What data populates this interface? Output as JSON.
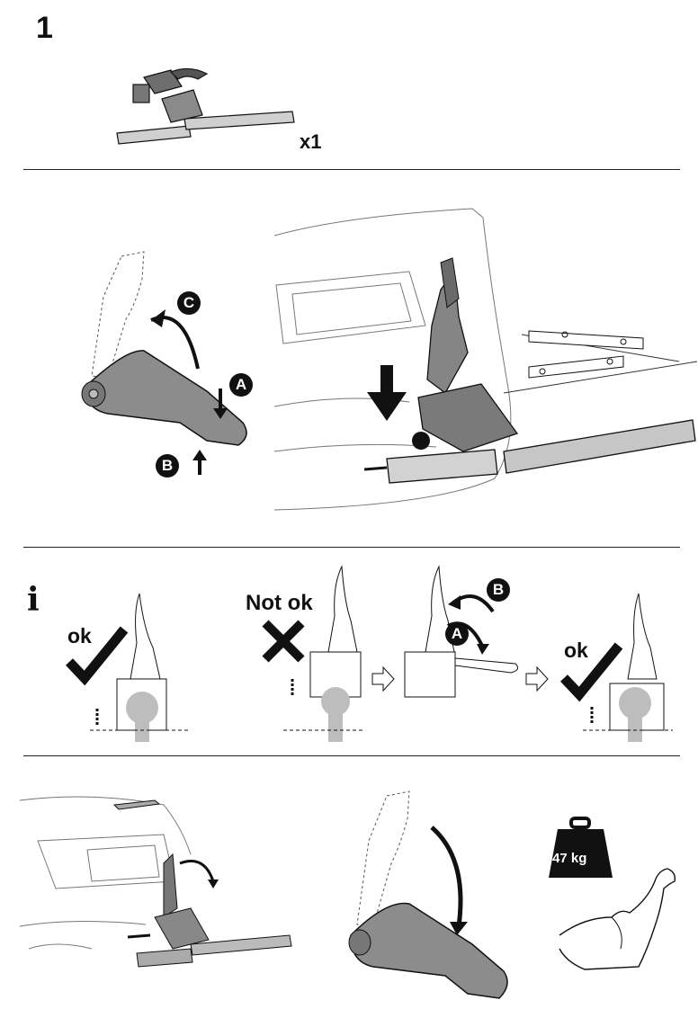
{
  "step": {
    "number": "1"
  },
  "parts": {
    "quantity": "x1"
  },
  "callouts": {
    "a": "A",
    "b": "B",
    "c": "C"
  },
  "info": {
    "icon": "i"
  },
  "check": {
    "ok_label": "ok",
    "not_ok_label": "Not ok"
  },
  "weight": {
    "label": "47 kg"
  },
  "icons": [
    "bike-carrier-icon",
    "level-icon",
    "checkmark-icon",
    "cross-icon",
    "arrow-right-icon",
    "weight-icon",
    "flexed-arm-icon"
  ],
  "colors": {
    "part_gray": "#7d7d7d",
    "light_gray": "#c4c4c4",
    "ink": "#111111"
  }
}
